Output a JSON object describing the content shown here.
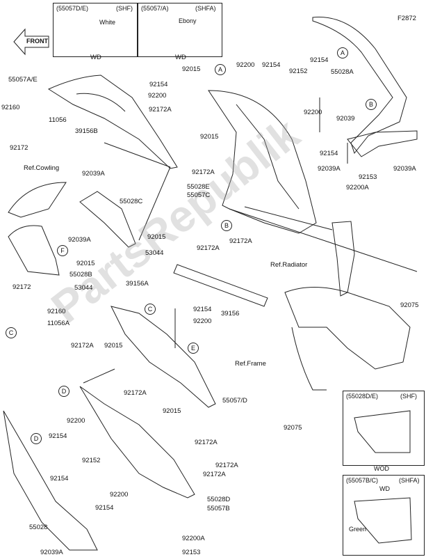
{
  "figure_code": "F2872",
  "watermark": "PartsRepublik",
  "front_label": "FRONT",
  "variant_boxes": [
    {
      "code": "(55057D/E)",
      "variant": "(SHF)",
      "color": "White",
      "suffix": "WD"
    },
    {
      "code": "(55057/A)",
      "variant": "(SHFA)",
      "color": "Ebony",
      "suffix": "WD"
    },
    {
      "code": "(55028D/E)",
      "variant": "(SHF)",
      "color": "",
      "suffix": "WOD"
    },
    {
      "code": "(55057B/C)",
      "variant": "(SHFA)",
      "color": "Green",
      "suffix": "WD"
    }
  ],
  "callouts": {
    "A": "A",
    "B": "B",
    "C": "C",
    "D": "D",
    "E": "E",
    "F": "F"
  },
  "labels": {
    "l55057AE": "55057A/E",
    "l92160a": "92160",
    "l11056a": "11056",
    "l92172a": "92172",
    "l39156b": "39156B",
    "l92154a": "92154",
    "l92200a": "92200",
    "lRefCowl": "Ref.Cowling",
    "l92039Aa": "92039A",
    "l55028C": "55028C",
    "l92015a": "92015",
    "l53044a": "53044",
    "l92039Ab": "92039A",
    "l92015b": "92015",
    "l55028B": "55028B",
    "l53044b": "53044",
    "l92172b": "92172",
    "l92160b": "92160",
    "l11056A": "11056A",
    "l92015c": "92015",
    "l92200b": "92200",
    "l92154b": "92154",
    "l92152a": "92152",
    "l92154c": "92154",
    "l92172Aa": "92172A",
    "l92015d": "92015",
    "l92172Ab": "92172A",
    "l55028E": "55028E",
    "l55057C": "55057C",
    "l92172Ac": "92172A",
    "l92172Ad": "92172A",
    "l92200c": "92200",
    "l92154d": "92154",
    "l92039Ac": "92039A",
    "l92200A": "92200A",
    "l55028A": "55028A",
    "l92039a": "92039",
    "l92153a": "92153",
    "l92039Ad": "92039A",
    "lRefRad": "Ref.Radiator",
    "l39156A": "39156A",
    "l39156": "39156",
    "l92154e": "92154",
    "l92200d": "92200",
    "l92172Ae": "92172A",
    "l92015e": "92015",
    "l55057D": "55057/D",
    "lRefFrame": "Ref.Frame",
    "l92075a": "92075",
    "l92075b": "92075",
    "l92172Af": "92172A",
    "l92200e": "92200",
    "l92154f": "92154",
    "l92152b": "92152",
    "l92154g": "92154",
    "l92015f": "92015",
    "l92172Ag": "92172A",
    "l92172Ah": "92172A",
    "l92172Ai": "92172A",
    "l92200f": "92200",
    "l92154h": "92154",
    "l55028Da": "55028D",
    "l55057B": "55057B",
    "l55028": "55028",
    "l92039Ae": "92039A",
    "l92200Ab": "92200A",
    "l92153b": "92153"
  }
}
